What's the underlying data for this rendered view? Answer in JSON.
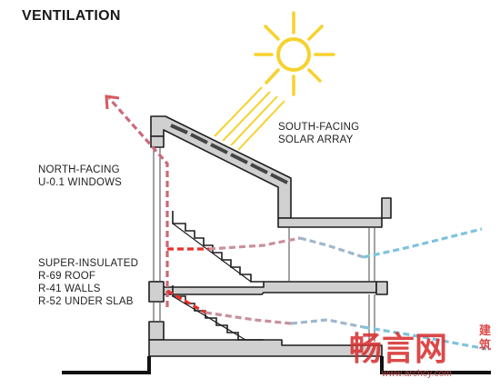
{
  "title": "VENTILATION",
  "labels": {
    "solar_array": [
      "SOUTH-FACING",
      "SOLAR ARRAY"
    ],
    "windows": [
      "NORTH-FACING",
      "U-0.1 WINDOWS"
    ],
    "insulation": [
      "SUPER-INSULATED",
      "R-69 ROOF",
      "R-41 WALLS",
      "R-52 UNDER SLAB"
    ]
  },
  "watermark": {
    "logo": "畅言网",
    "vertical": "建筑",
    "url": "www.archcy.com"
  },
  "colors": {
    "sun": "#f7d22e",
    "warm_air": "#e8302b",
    "warm_air_mid": "#b27c96",
    "cool_air": "#7ec3dc",
    "wall": "#d0d0d0",
    "outline": "#1e1e1e",
    "solar_panel": "#444444",
    "watermark": "#d83030"
  },
  "icons": [
    "sun-icon",
    "exhaust-arrow-icon"
  ]
}
